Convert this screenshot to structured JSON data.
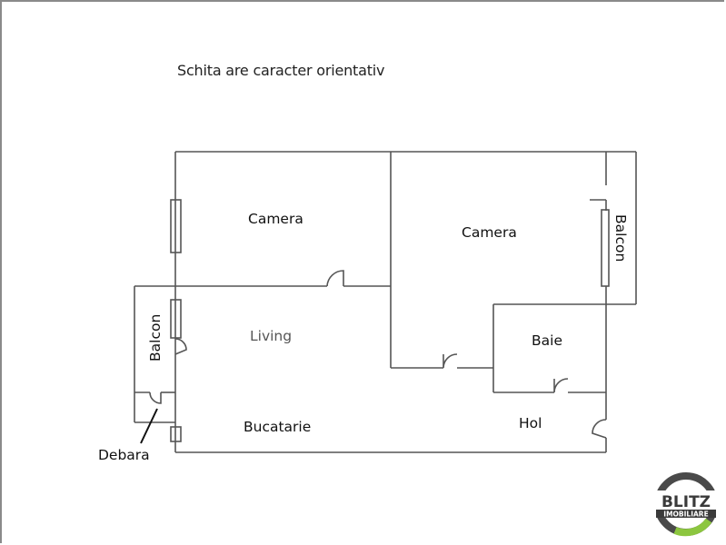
{
  "caption": "Schita are caracter orientativ",
  "rooms": {
    "camera_left": "Camera",
    "camera_right": "Camera",
    "living": "Living",
    "baie": "Baie",
    "hol": "Hol",
    "bucatarie": "Bucatarie",
    "balcon_left": "Balcon",
    "balcon_right": "Balcon",
    "debara": "Debara"
  },
  "logo": {
    "line1": "BLITZ",
    "line2": "IMOBILIARE",
    "ring_color": "#4a4a4a",
    "accent_color": "#8cc63f"
  },
  "colors": {
    "wall": "#555555",
    "text": "#111111"
  }
}
